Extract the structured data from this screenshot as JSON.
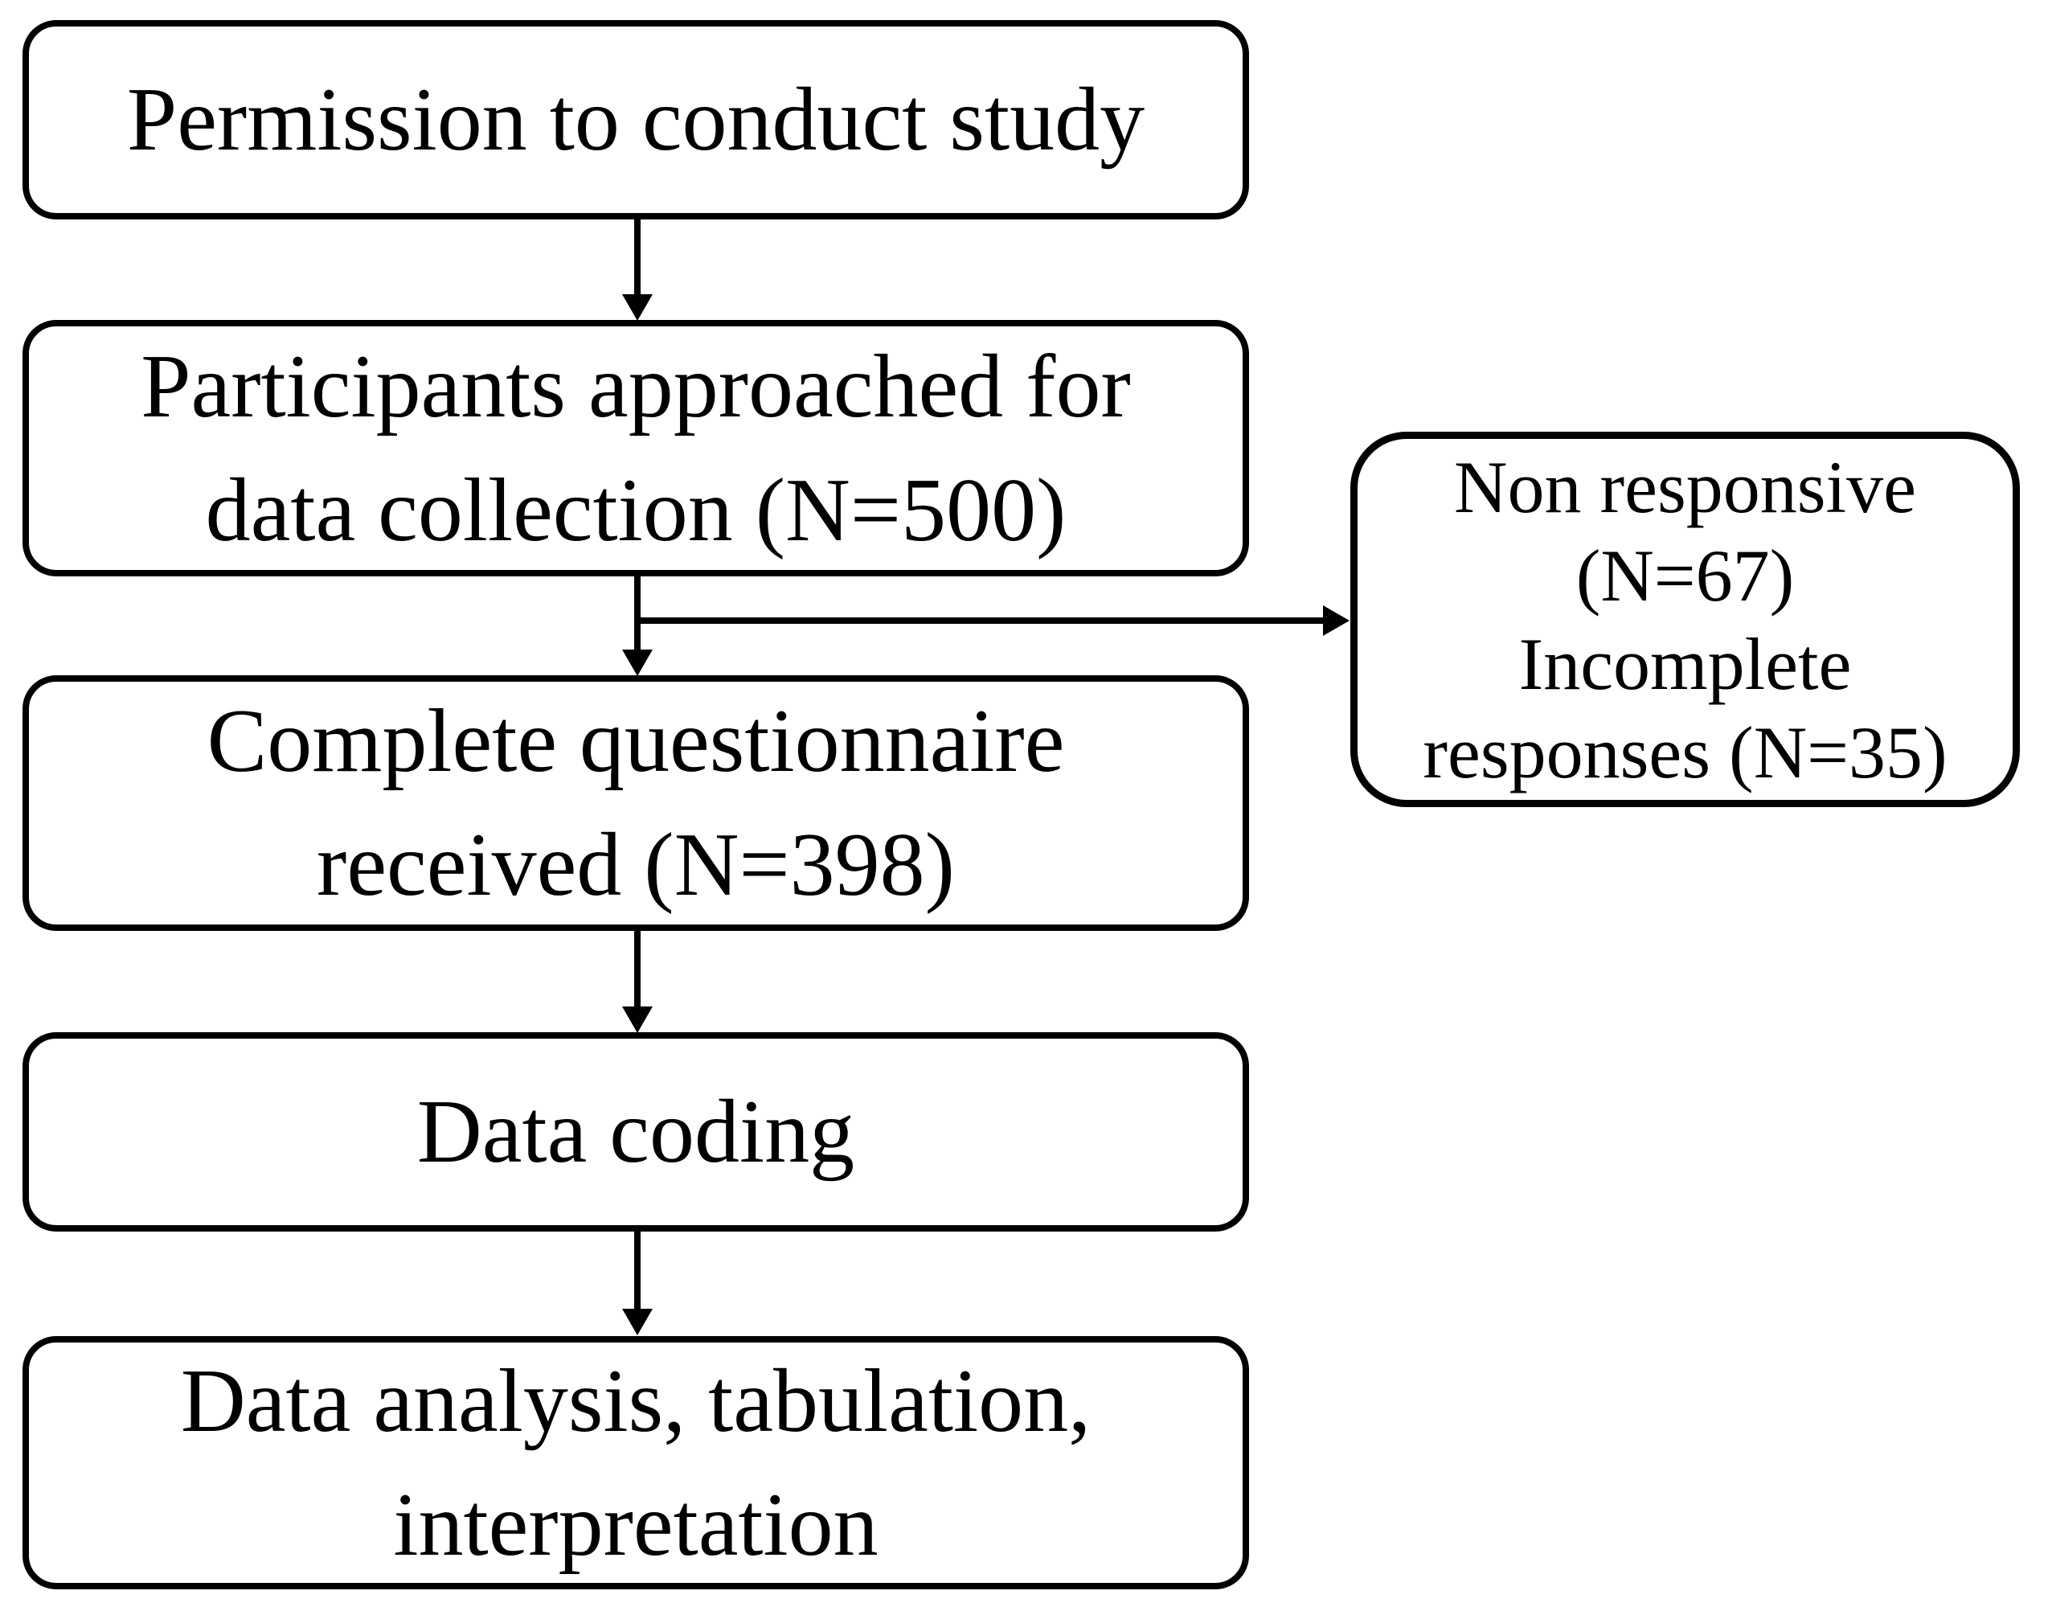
{
  "colors": {
    "background": "#ffffff",
    "box_fill": "#ffffff",
    "box_border": "#000000",
    "text": "#000000",
    "arrow": "#000000"
  },
  "flowchart": {
    "boxes": [
      {
        "id": "permission",
        "lines": [
          "Permission to conduct study"
        ]
      },
      {
        "id": "participants",
        "lines": [
          "Participants approached for",
          "data collection (N=500)"
        ]
      },
      {
        "id": "complete",
        "lines": [
          "Complete questionnaire",
          "received (N=398)"
        ]
      },
      {
        "id": "coding",
        "lines": [
          "Data coding"
        ]
      },
      {
        "id": "analysis",
        "lines": [
          "Data analysis, tabulation,",
          "interpretation"
        ]
      }
    ],
    "side_box": {
      "id": "exclusions",
      "lines": [
        "Non responsive",
        "(N=67)",
        "Incomplete",
        "responses (N=35)"
      ]
    }
  }
}
